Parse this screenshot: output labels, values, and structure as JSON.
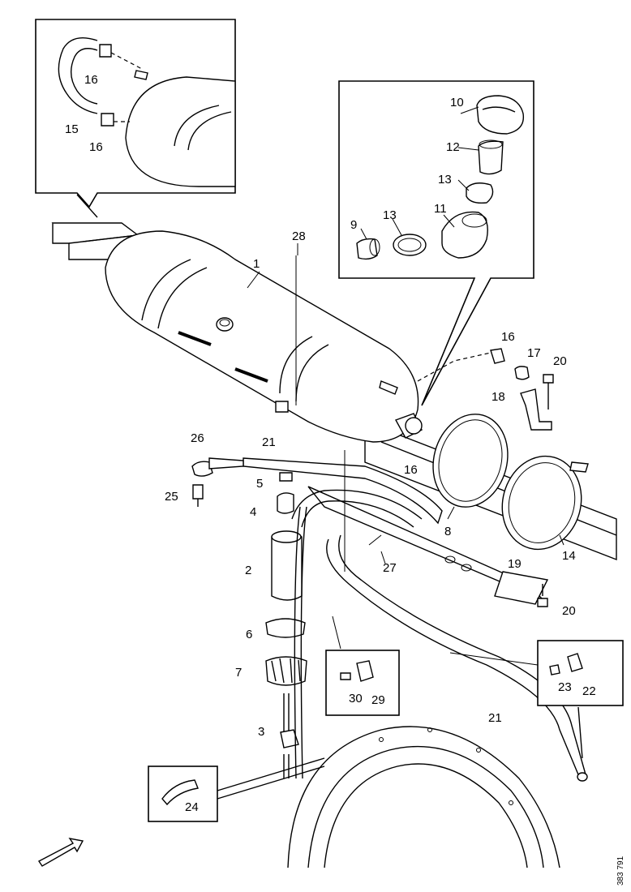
{
  "diagram": {
    "reference_code": "383 791",
    "callouts": [
      "16",
      "16",
      "15",
      "16",
      "10",
      "12",
      "13",
      "9",
      "13",
      "11",
      "28",
      "1",
      "16",
      "17",
      "20",
      "18",
      "26",
      "21",
      "16",
      "5",
      "25",
      "4",
      "2",
      "27",
      "8",
      "14",
      "19",
      "20",
      "6",
      "7",
      "30",
      "29",
      "23",
      "22",
      "21",
      "3",
      "24"
    ]
  }
}
